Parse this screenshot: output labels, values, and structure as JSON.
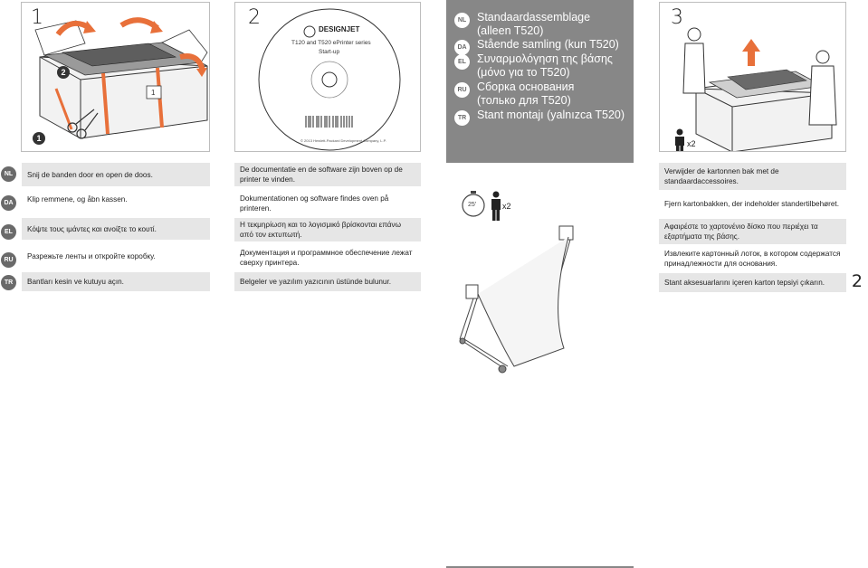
{
  "languages": [
    "NL",
    "DA",
    "EL",
    "RU",
    "TR"
  ],
  "step1": {
    "number": "1",
    "rows": [
      "Snij de banden door en open de doos.",
      "Klip remmene, og åbn kassen.",
      "Κόψτε τους ιμάντες και ανοίξτε το κουτί.",
      "Разрежьте ленты и откройте коробку.",
      "Bantları kesin ve kutuyu açın."
    ],
    "callouts": [
      "2",
      "1"
    ],
    "label_mark": "1"
  },
  "step2": {
    "number": "2",
    "cd_brand": "DESIGNJET",
    "cd_line1": "T120 and T520 ePrinter series",
    "cd_line2": "Start-up",
    "cd_copyright": "© 2013 Hewlett-Packard Development Company, L.P.",
    "rows": [
      "De documentatie en de software zijn boven op de printer te vinden.",
      "Dokumentationen og software findes oven på printeren.",
      "Η τεκμηρίωση και το λογισμικό βρίσκονται επάνω από τον εκτυπωτή.",
      "Документация и программное обеспечение лежат сверху принтера.",
      "Belgeler ve yazılım yazıcının üstünde bulunur."
    ]
  },
  "gray": {
    "titles": [
      {
        "lang": "NL",
        "lines": [
          "Standaardassemblage",
          "(alleen T520)"
        ]
      },
      {
        "lang": "DA",
        "lines": [
          "Stående samling (kun T520)"
        ]
      },
      {
        "lang": "EL",
        "lines": [
          "Συναρμολόγηση της βάσης",
          "(μόνο για το T520)"
        ]
      },
      {
        "lang": "RU",
        "lines": [
          "Сборка основания",
          "(только для T520)"
        ]
      },
      {
        "lang": "TR",
        "lines": [
          "Stant montajı (yalnızca T520)"
        ]
      }
    ],
    "time": "25'",
    "persons": "x2"
  },
  "step3": {
    "number": "3",
    "persons": "x2",
    "rows": [
      "Verwijder de kartonnen bak met de standaardaccessoires.",
      "Fjern kartonbakken, der indeholder standertilbehøret.",
      "Αφαιρέστε το χαρτονένιο δίσκο που περιέχει τα εξαρτήματα της βάσης.",
      "Извлеките картонный лоток, в котором содержатся принадлежности для основания.",
      "Stant aksesuarlarını içeren karton tepsiyi çıkarın."
    ]
  },
  "page_number": "2",
  "colors": {
    "accent": "#e8703a",
    "panel_gray": "#878787",
    "row_gray": "#e6e6e6"
  }
}
